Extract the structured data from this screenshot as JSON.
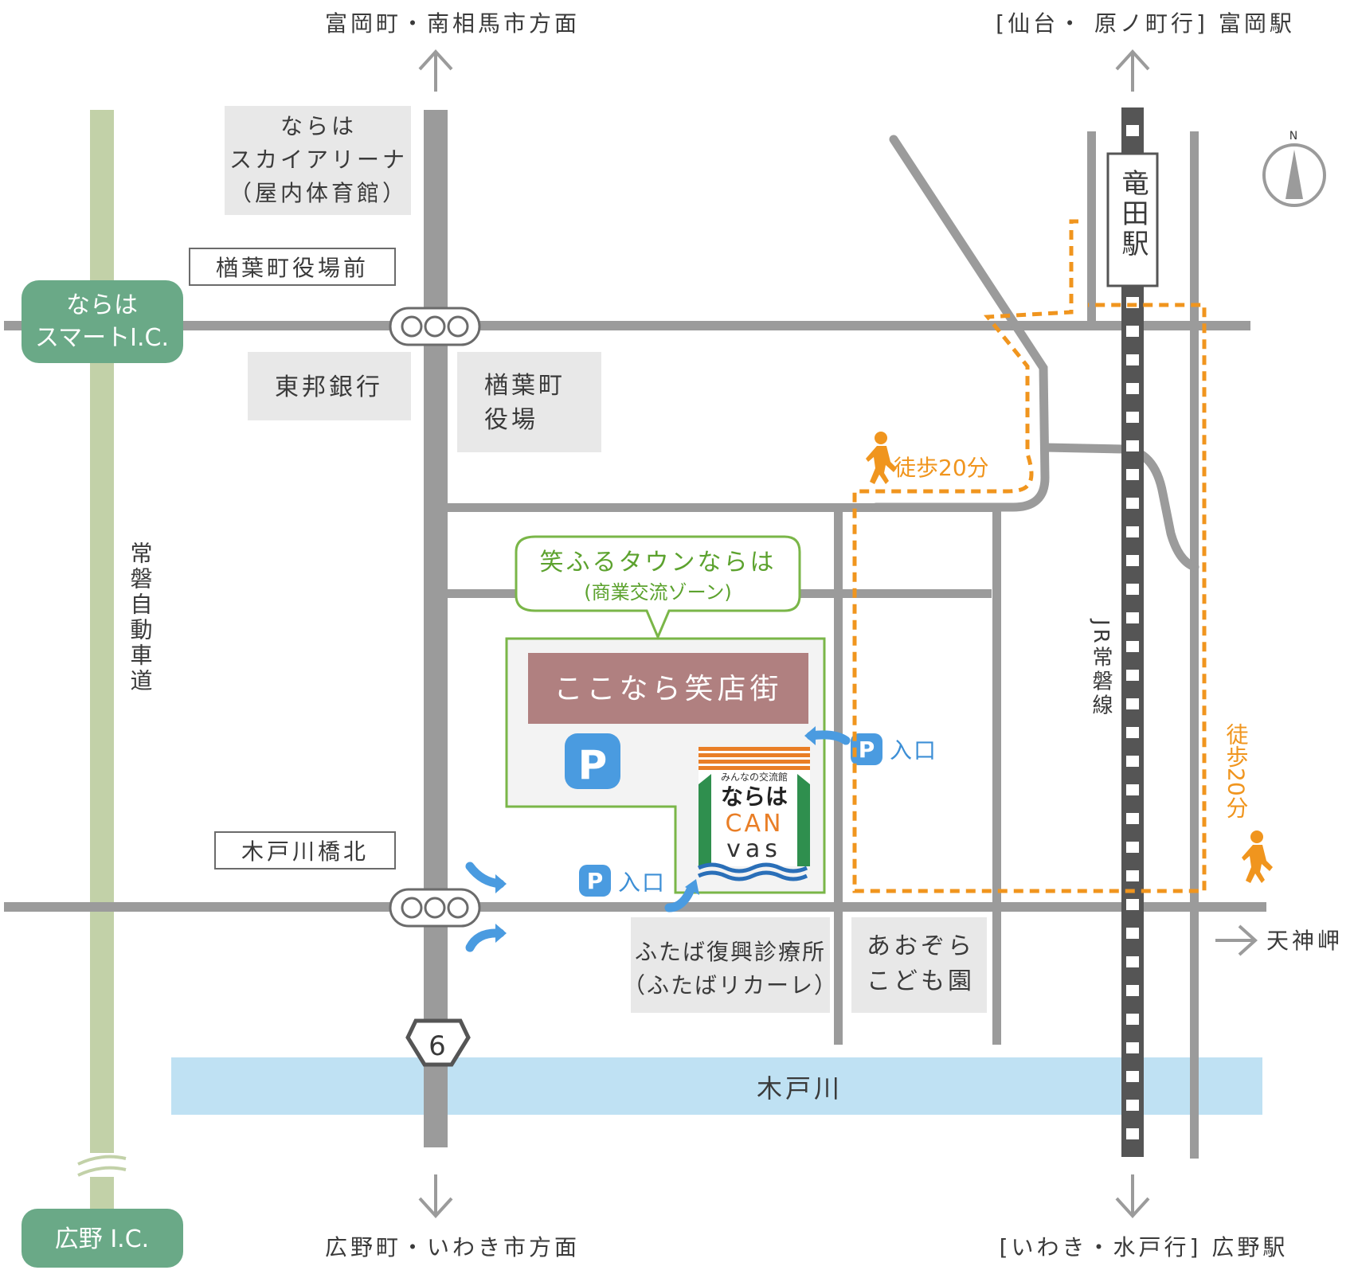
{
  "directions": {
    "north_road": "富岡町・南相馬市方面",
    "north_rail": "[仙台・ 原ノ町行] 富岡駅",
    "south_road": "広野町・いわき市方面",
    "south_rail": "[いわき・水戸行] 広野駅",
    "east": "天神岬"
  },
  "interchanges": {
    "north_line1": "ならは",
    "north_line2": "スマートI.C.",
    "south": "広野 I.C."
  },
  "expressway": "常磐自動車道",
  "railway": "JR常磐線",
  "station": "竜田駅",
  "river": "木戸川",
  "route_number": "6",
  "intersections": {
    "north": "楢葉町役場前",
    "south": "木戸川橋北"
  },
  "facilities": {
    "arena": [
      "ならは",
      "スカイアリーナ",
      "（屋内体育館）"
    ],
    "bank": "東邦銀行",
    "town_office": [
      "楢葉町",
      "役場"
    ],
    "clinic": [
      "ふたば復興診療所",
      "（ふたばリカーレ）"
    ],
    "kindergarten": [
      "あおぞら",
      "こども園"
    ],
    "shopping": "ここなら笑店街"
  },
  "callout": {
    "title": "笑ふるタウンならは",
    "subtitle": "(商業交流ゾーン)"
  },
  "canvas_logo": {
    "top": "みんなの交流館",
    "name": "ならは",
    "can": "CAN",
    "vas": "vas"
  },
  "parking": {
    "symbol": "P",
    "entrance": "入口"
  },
  "walk": {
    "label": "徒歩20分"
  },
  "compass": "N",
  "colors": {
    "road": "#9b9b9b",
    "expressway": "#c2d1a8",
    "river": "#bfe1f3",
    "facility": "#e8e8e8",
    "ic": "#6aa987",
    "shopping": "#b08080",
    "zone": "#7ab648",
    "walk": "#f0951e",
    "parking": "#4a9be0"
  }
}
